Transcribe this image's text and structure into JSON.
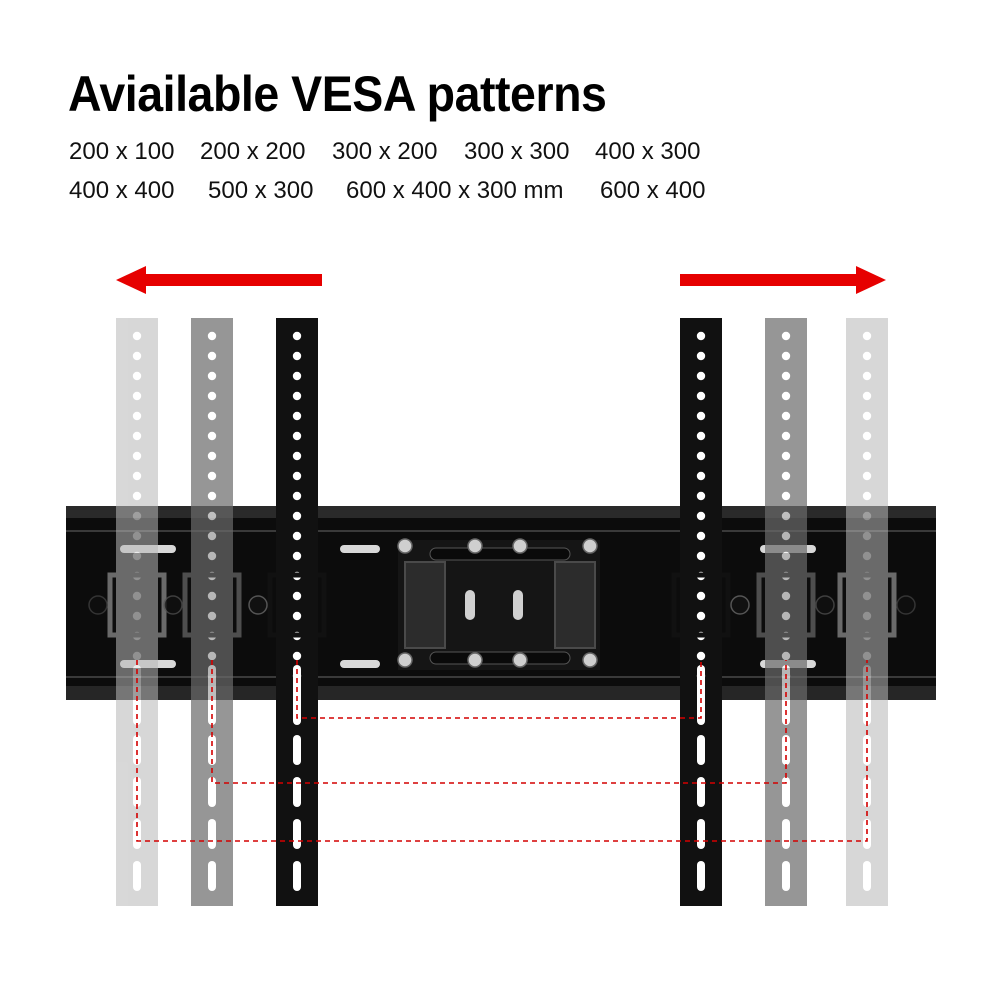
{
  "title": "Aviailable VESA patterns",
  "patterns": {
    "row1": [
      "200 x 100",
      "200 x 200",
      "300 x 200",
      "300 x 300",
      "400 x 300"
    ],
    "row2": [
      "400 x 400",
      "500 x 300",
      "600 x 400 x 300 mm",
      "600 x 400"
    ]
  },
  "colors": {
    "arrow": "#e60000",
    "guide_line": "#d40000",
    "plate": "#0c0c0c",
    "arm_near": "#111111",
    "arm_mid": "#6b6b6b",
    "arm_far": "#b8b8b8"
  },
  "graphic": {
    "arrow_left": "arrow-left-icon",
    "arrow_right": "arrow-right-icon",
    "mount": "tv-wall-mount-bracket"
  }
}
